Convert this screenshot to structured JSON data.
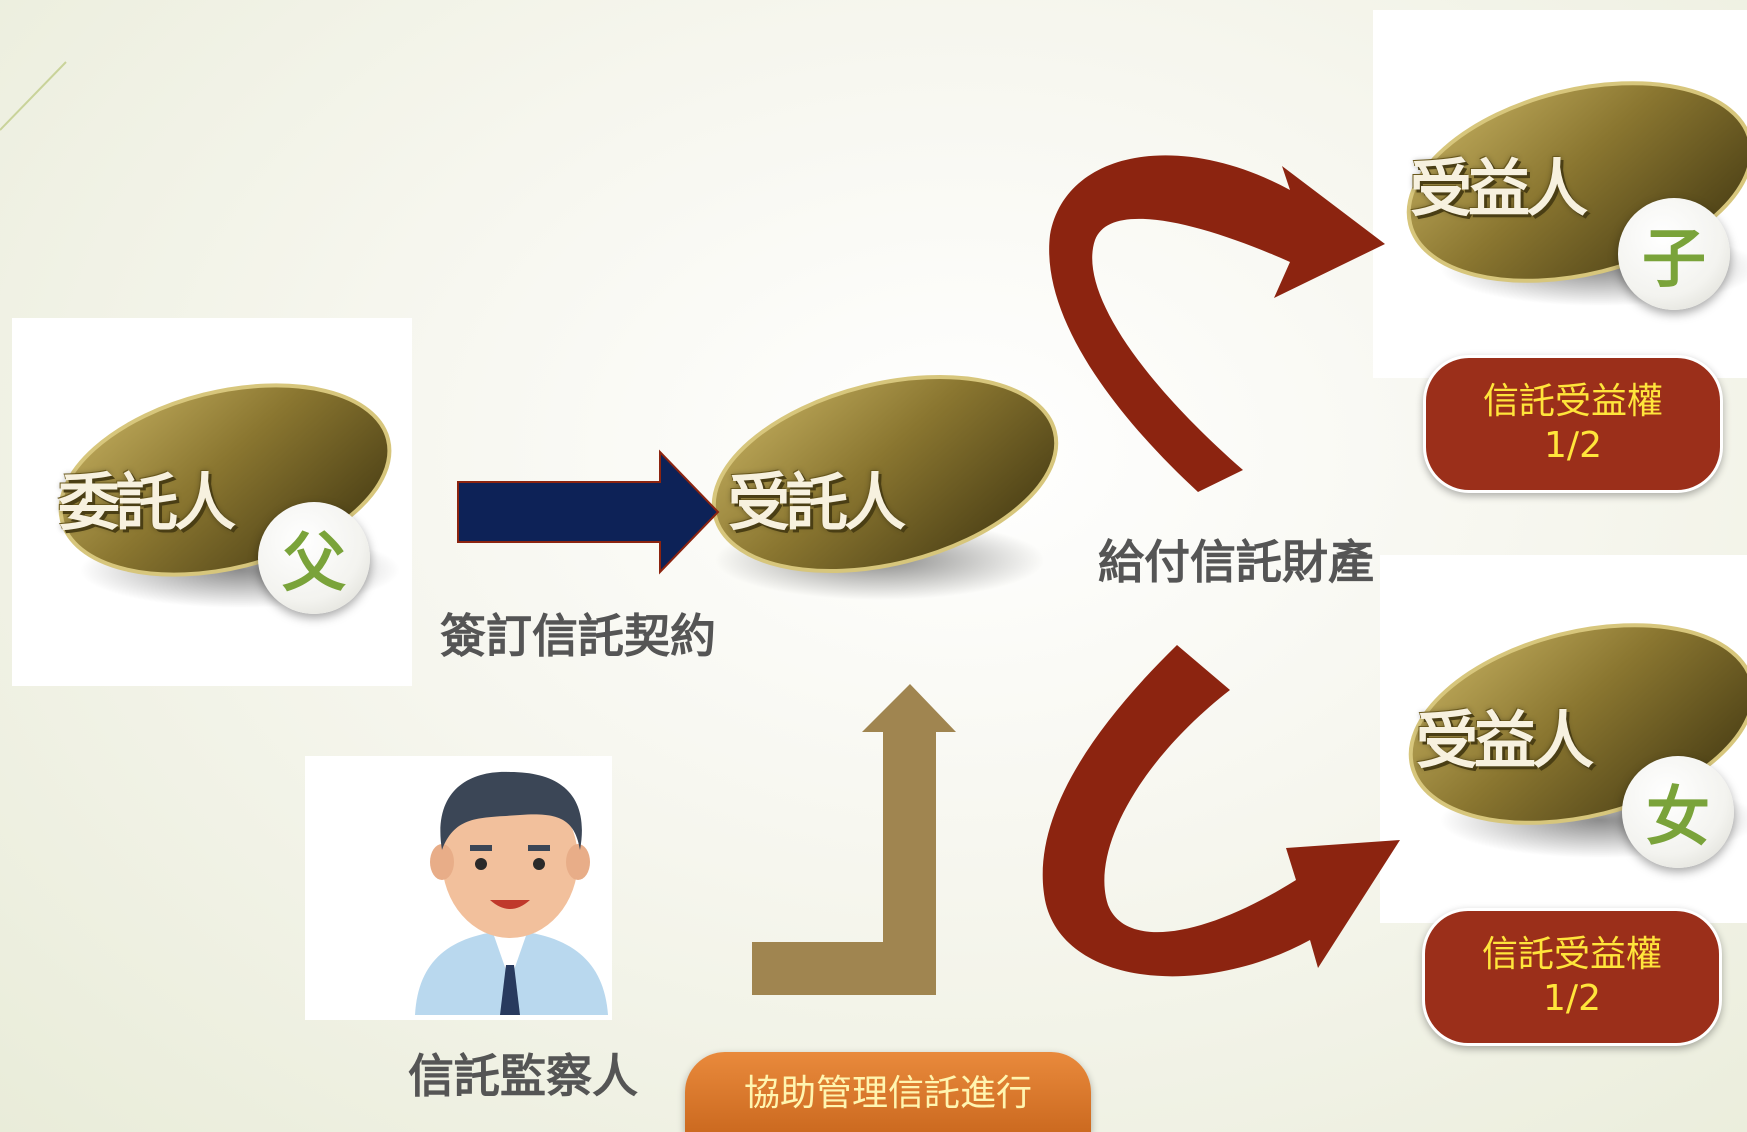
{
  "settlor": {
    "label": "委託人",
    "badge": "父"
  },
  "trustee": {
    "label": "受託人"
  },
  "beneficiary_son": {
    "label": "受益人",
    "badge": "子",
    "share_title": "信託受益權",
    "share_value": "1/2"
  },
  "beneficiary_daughter": {
    "label": "受益人",
    "badge": "女",
    "share_title": "信託受益權",
    "share_value": "1/2"
  },
  "supervisor": {
    "label": "信託監察人"
  },
  "arrows": {
    "sign_contract": "簽訂信託契約",
    "pay_property": "給付信託財產",
    "assist_management": "協助管理信託進行"
  },
  "colors": {
    "navy_arrow": "#0d2257",
    "brown_arrow": "#a08550",
    "red_arrow": "#8c2410",
    "badge_text": "#7aa33a",
    "pill_text": "#ffe53b"
  }
}
